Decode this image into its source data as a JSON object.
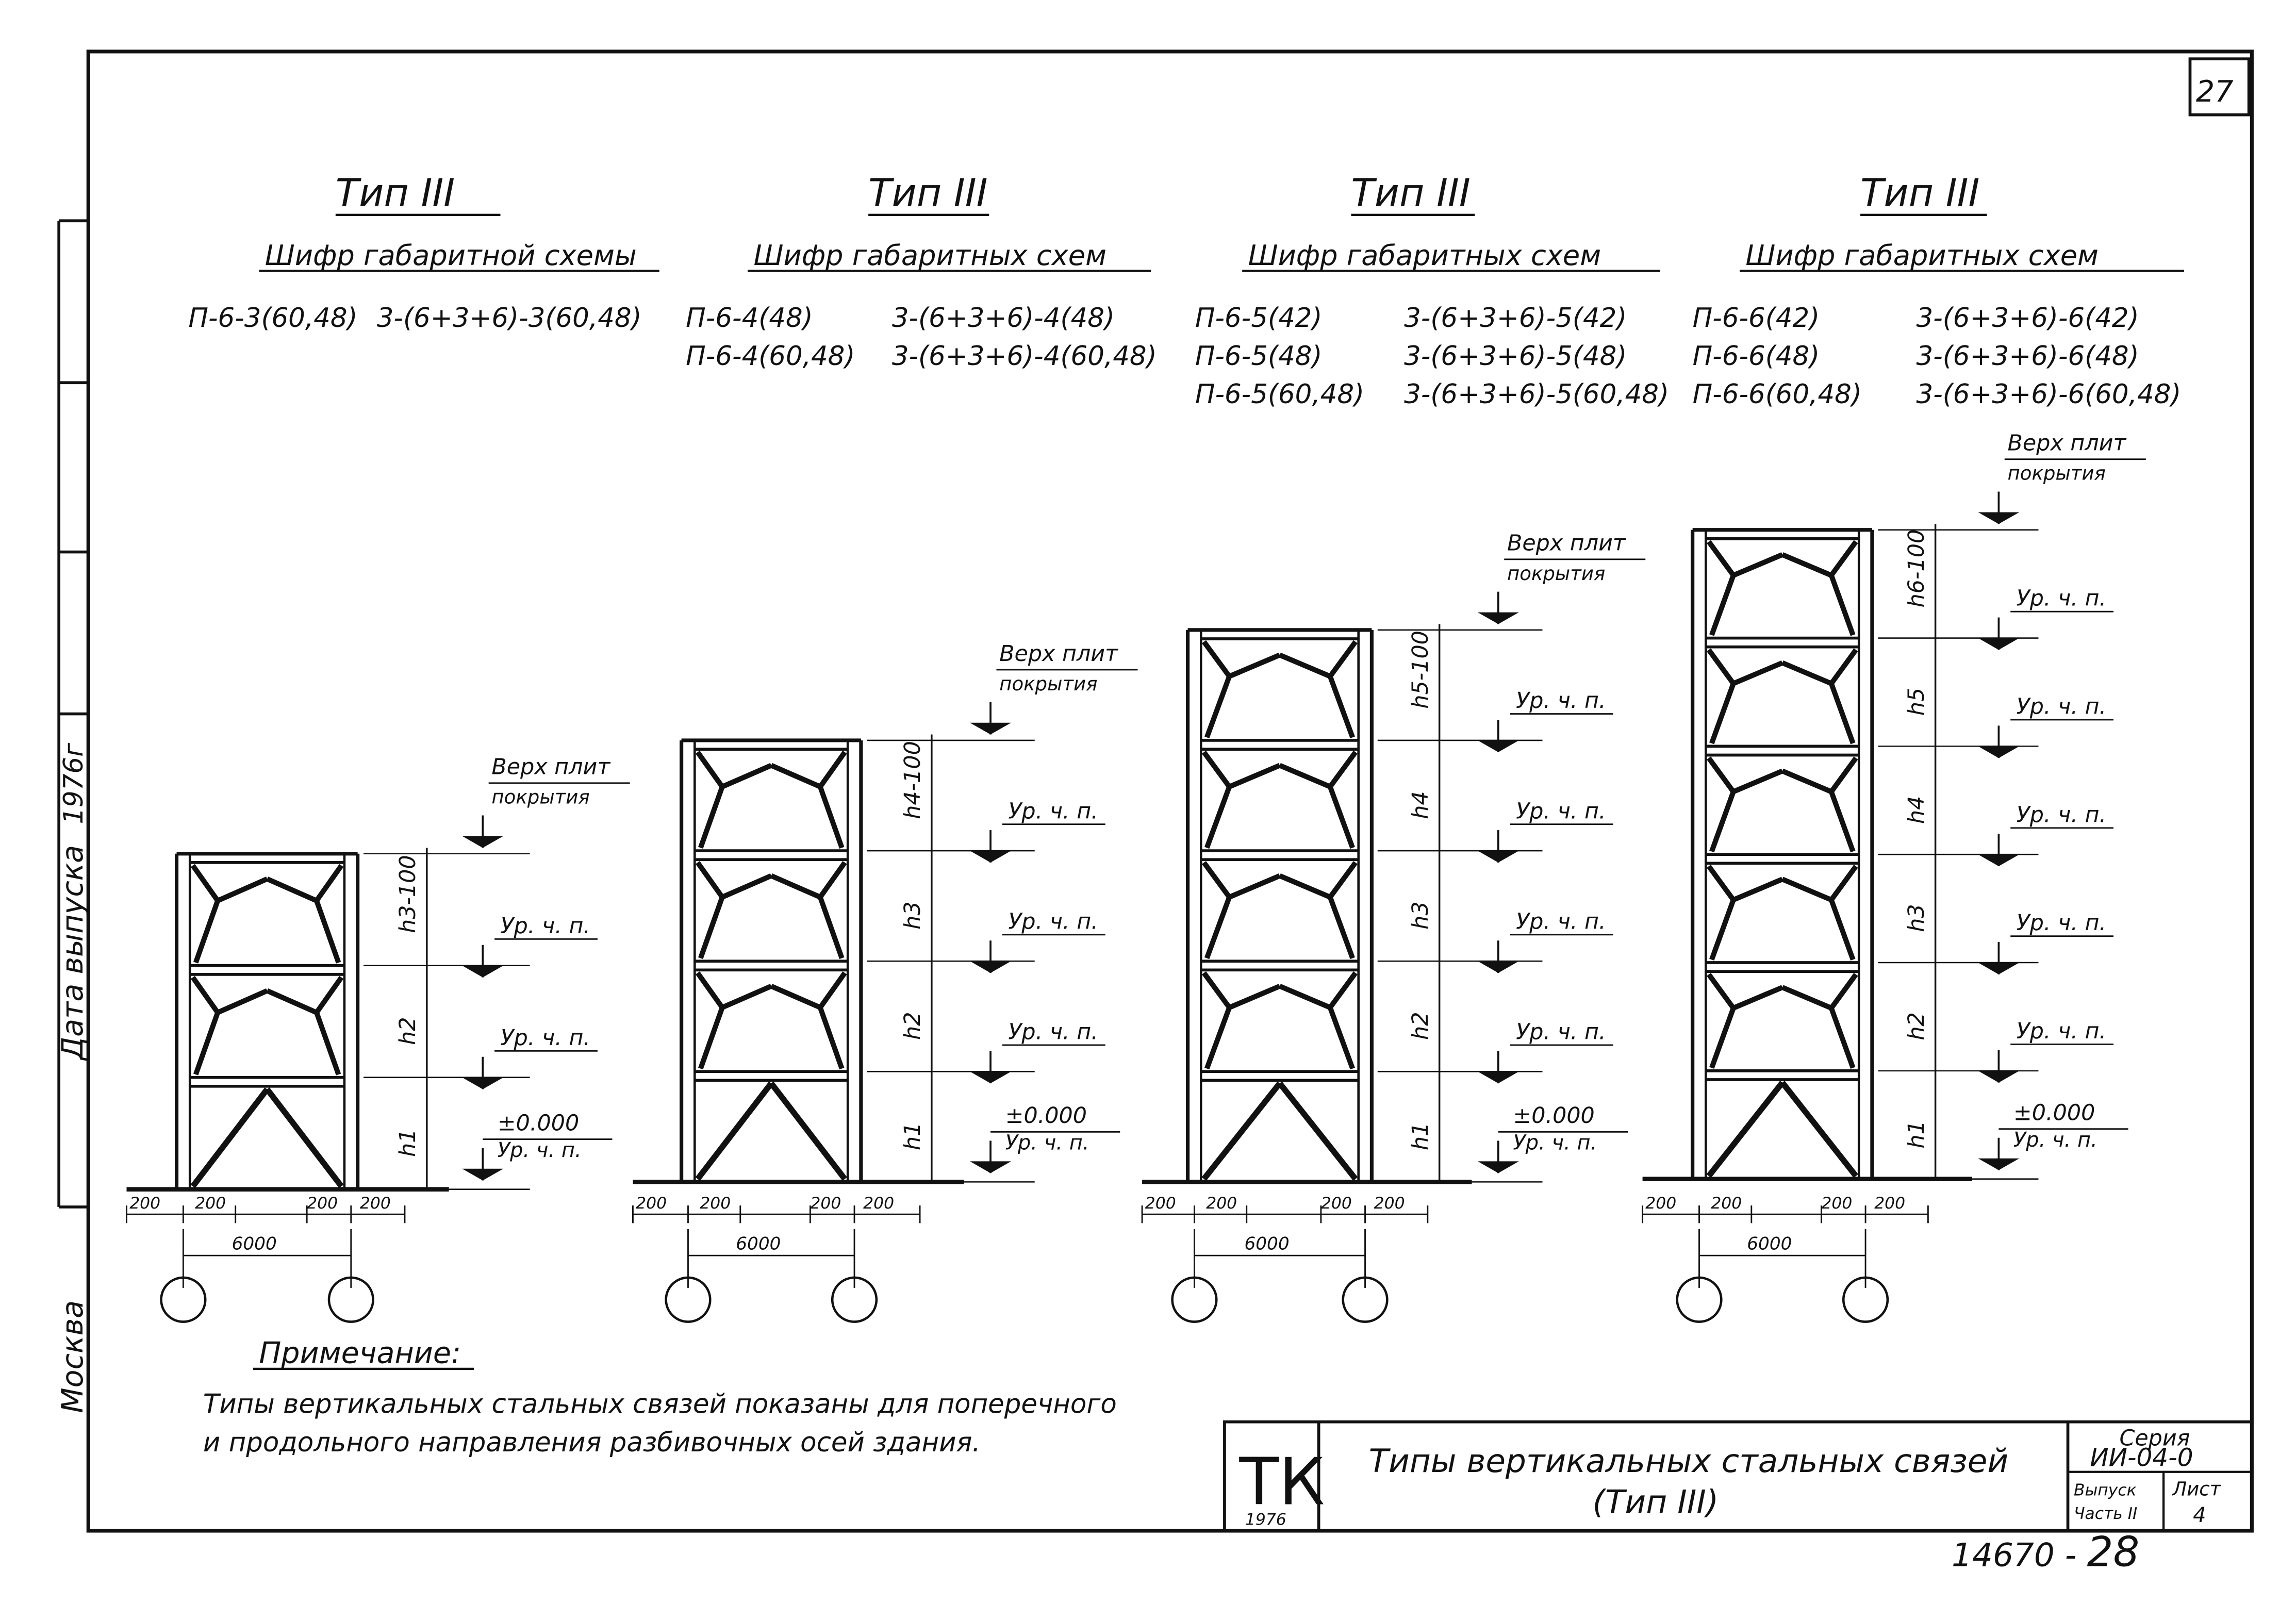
{
  "sheet_number": "27",
  "margin_labels": {
    "date": "Дата выпуска",
    "year": "1976г",
    "city": "Москва"
  },
  "panels": [
    {
      "type_label": "Тип III",
      "cipher_heading": "Шифр габаритной схемы",
      "cipher_rows": [
        [
          "П-6-3(60,48)",
          "3-(6+3+6)-3(60,48)"
        ]
      ],
      "top_label": [
        "Верх плит",
        "покрытия"
      ],
      "floor_labels": [
        "Ур. ч. п.",
        "Ур. ч. п."
      ],
      "zero_label": [
        "±0.000",
        "Ур. ч. п."
      ],
      "height_labels": [
        "h3-100",
        "h2",
        "h1"
      ],
      "dims": [
        "200",
        "200",
        "200",
        "200"
      ],
      "span": "6000",
      "storeys": 3
    },
    {
      "type_label": "Тип III",
      "cipher_heading": "Шифр габаритных схем",
      "cipher_rows": [
        [
          "П-6-4(48)",
          "3-(6+3+6)-4(48)"
        ],
        [
          "П-6-4(60,48)",
          "3-(6+3+6)-4(60,48)"
        ]
      ],
      "top_label": [
        "Верх плит",
        "покрытия"
      ],
      "floor_labels": [
        "Ур. ч. п.",
        "Ур. ч. п.",
        "Ур. ч. п."
      ],
      "zero_label": [
        "±0.000",
        "Ур. ч. п."
      ],
      "height_labels": [
        "h4-100",
        "h3",
        "h2",
        "h1"
      ],
      "dims": [
        "200",
        "200",
        "200",
        "200"
      ],
      "span": "6000",
      "storeys": 4
    },
    {
      "type_label": "Тип III",
      "cipher_heading": "Шифр габаритных схем",
      "cipher_rows": [
        [
          "П-6-5(42)",
          "3-(6+3+6)-5(42)"
        ],
        [
          "П-6-5(48)",
          "3-(6+3+6)-5(48)"
        ],
        [
          "П-6-5(60,48)",
          "3-(6+3+6)-5(60,48)"
        ]
      ],
      "top_label": [
        "Верх плит",
        "покрытия"
      ],
      "floor_labels": [
        "Ур. ч. п.",
        "Ур. ч. п.",
        "Ур. ч. п.",
        "Ур. ч. п."
      ],
      "zero_label": [
        "±0.000",
        "Ур. ч. п."
      ],
      "height_labels": [
        "h5-100",
        "h4",
        "h3",
        "h2",
        "h1"
      ],
      "dims": [
        "200",
        "200",
        "200",
        "200"
      ],
      "span": "6000",
      "storeys": 5
    },
    {
      "type_label": "Тип III",
      "cipher_heading": "Шифр габаритных схем",
      "cipher_rows": [
        [
          "П-6-6(42)",
          "3-(6+3+6)-6(42)"
        ],
        [
          "П-6-6(48)",
          "3-(6+3+6)-6(48)"
        ],
        [
          "П-6-6(60,48)",
          "3-(6+3+6)-6(60,48)"
        ]
      ],
      "top_label": [
        "Верх плит",
        "покрытия"
      ],
      "floor_labels": [
        "Ур. ч. п.",
        "Ур. ч. п.",
        "Ур. ч. п.",
        "Ур. ч. п.",
        "Ур. ч. п."
      ],
      "zero_label": [
        "±0.000",
        "Ур. ч. п."
      ],
      "height_labels": [
        "h6-100",
        "h5",
        "h4",
        "h3",
        "h2",
        "h1"
      ],
      "dims": [
        "200",
        "200",
        "200",
        "200"
      ],
      "span": "6000",
      "storeys": 6
    }
  ],
  "note": {
    "heading": "Примечание:",
    "line1": "Типы вертикальных стальных связей показаны для поперечного",
    "line2": "и продольного направления разбивочных осей здания."
  },
  "title_block": {
    "logo": "ТК",
    "logo_year": "1976",
    "title_line1": "Типы вертикальных стальных связей",
    "title_line2": "(Тип III)",
    "series_label": "Серия",
    "series_value": "ИИ-04-0",
    "issue_label": "Выпуск",
    "issue_value": "Часть II",
    "sheet_label": "Лист",
    "sheet_value": "4"
  },
  "footer_code": "14670 -",
  "footer_page": "28"
}
